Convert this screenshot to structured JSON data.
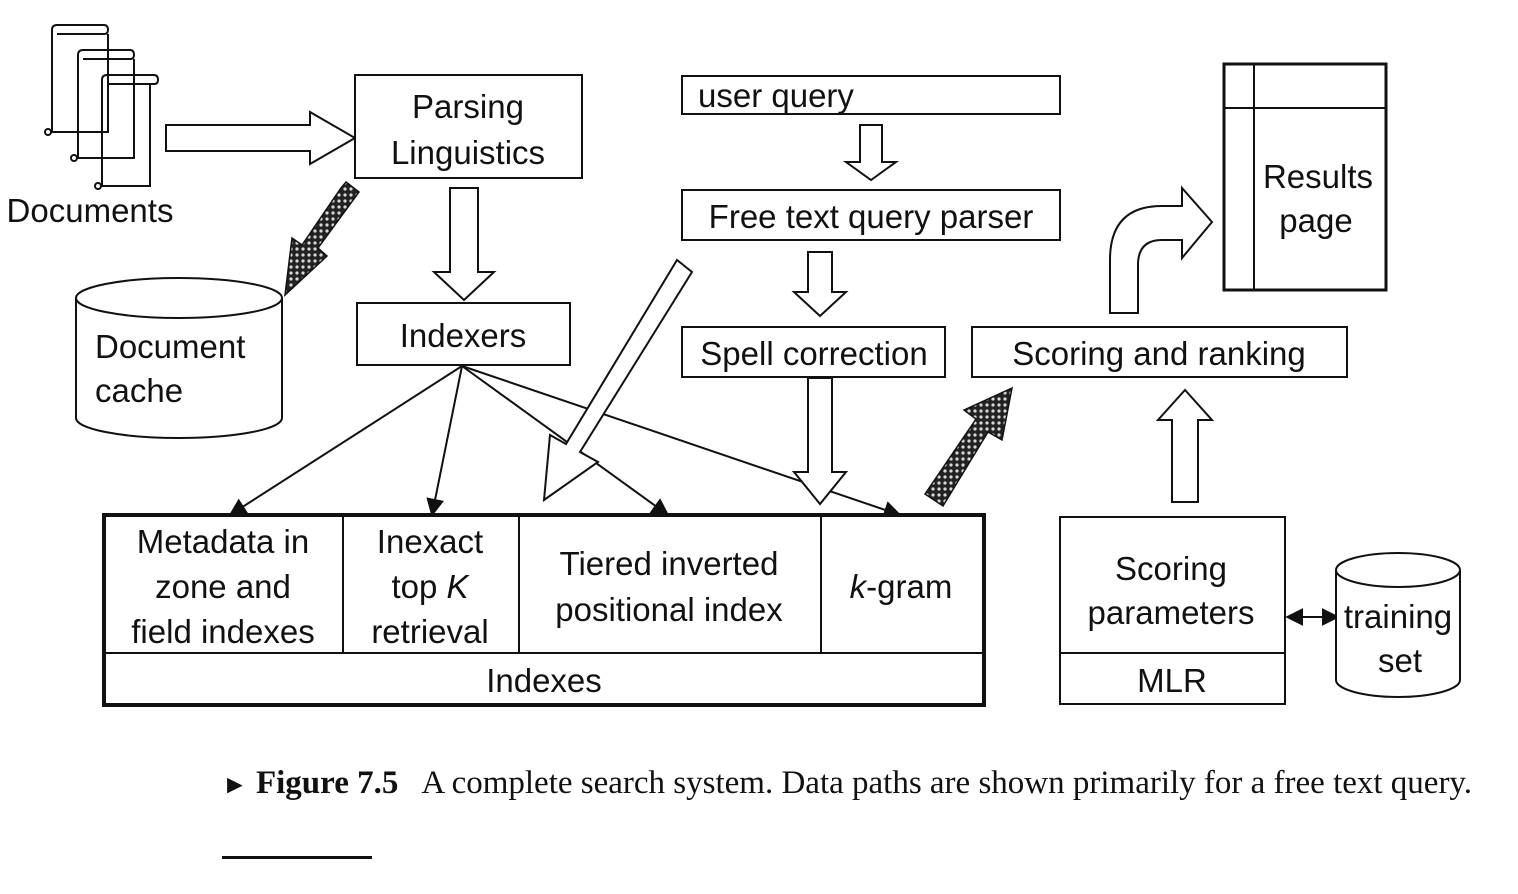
{
  "nodes": {
    "documents": "Documents",
    "parsing_1": "Parsing",
    "parsing_2": "Linguistics",
    "user_query": "user query",
    "query_parser": "Free text query parser",
    "spell": "Spell correction",
    "indexers": "Indexers",
    "doc_cache_1": "Document",
    "doc_cache_2": "cache",
    "scoring_ranking": "Scoring and ranking",
    "results_1": "Results",
    "results_2": "page",
    "scoring_params_1": "Scoring",
    "scoring_params_2": "parameters",
    "mlr": "MLR",
    "training_1": "training",
    "training_2": "set"
  },
  "indexes": {
    "title": "Indexes",
    "metadata": [
      "Metadata in",
      "zone and",
      "field indexes"
    ],
    "inexact": [
      "Inexact",
      "top ",
      "K",
      "retrieval"
    ],
    "tiered": [
      "Tiered inverted",
      "positional index"
    ],
    "kgram_k": "k",
    "kgram_rest": "-gram"
  },
  "caption": {
    "arrow": "►",
    "label": "Figure 7.5",
    "text": "A complete search system. Data paths are shown primarily for a free text query."
  },
  "colors": {
    "ink": "#111111",
    "background": "#ffffff"
  }
}
